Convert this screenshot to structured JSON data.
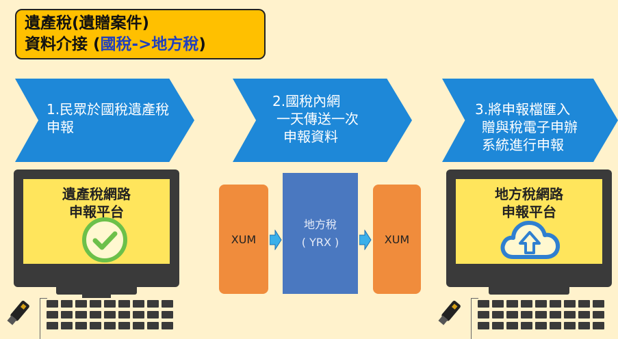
{
  "title": {
    "line1": "遺產稅(遺贈案件)",
    "line2_prefix": "資料介接 (",
    "line2_highlight": "國稅->地方稅",
    "line2_suffix": ")"
  },
  "steps": [
    {
      "line1": "1.民眾於國稅遺產稅",
      "line2": "申報"
    },
    {
      "line1": "2.國稅內網",
      "line2": "一天傳送一次",
      "line3": "申報資料"
    },
    {
      "line1": "3.將申報檔匯入",
      "line2": "贈與稅電子申辦",
      "line3": "系統進行申報"
    }
  ],
  "left_monitor": {
    "line1": "遺產稅網路",
    "line2": "申報平台",
    "icon": "check-circle-icon"
  },
  "right_monitor": {
    "line1": "地方稅網路",
    "line2": "申報平台",
    "icon": "cloud-upload-icon"
  },
  "transfer": {
    "left_box": "XUM",
    "center_line1": "地方稅",
    "center_line2": "( YRX )",
    "right_box": "XUM"
  },
  "colors": {
    "background": "#fff2cc",
    "title_fill": "#ffc000",
    "chevron": "#1e88d8",
    "screen": "#ffe55c",
    "orange_box": "#f08c3c",
    "center_box": "#4a78c0",
    "check": "#6cc04a",
    "cloud": "#2f7fd0"
  }
}
